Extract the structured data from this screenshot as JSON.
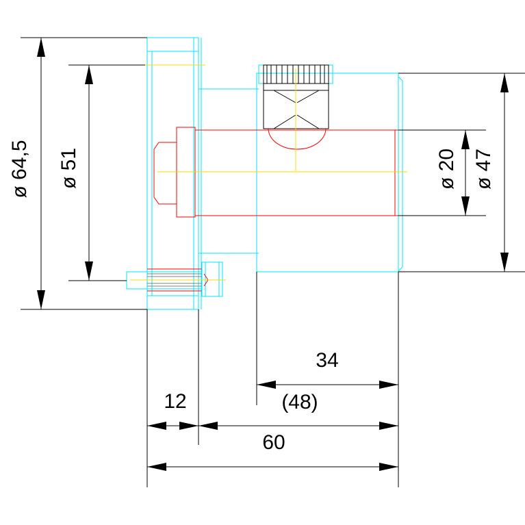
{
  "colors": {
    "outline": "#00e5ff",
    "bore": "#ff0000",
    "centerline": "#ffd800",
    "dimension": "#000000",
    "hatch": "#808080",
    "background": "#ffffff"
  },
  "dimensions": {
    "outer_flange_diameter": "ø 64,5",
    "bolt_circle_diameter": "ø 51",
    "bore_diameter": "ø 20",
    "body_diameter": "ø 47",
    "flange_thickness": "12",
    "body_length": "34",
    "reference_length": "(48)",
    "overall_length": "60"
  }
}
